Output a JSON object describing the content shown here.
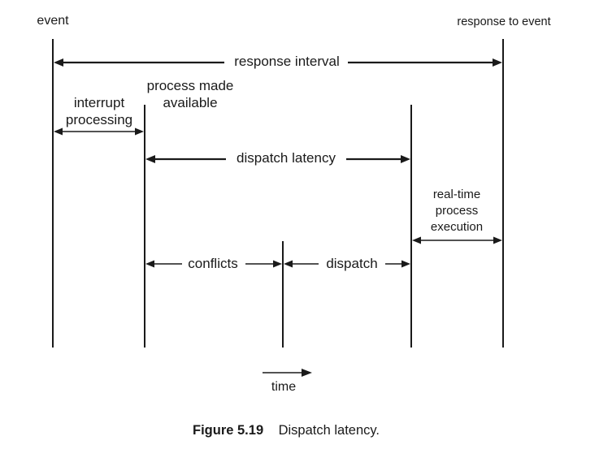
{
  "labels": {
    "event": "event",
    "response_to_event": "response to event",
    "response_interval": "response interval",
    "process_made_line1": "process made",
    "process_made_line2": "available",
    "interrupt_line1": "interrupt",
    "interrupt_line2": "processing",
    "dispatch_latency": "dispatch latency",
    "realtime_line1": "real-time",
    "realtime_line2": "process",
    "realtime_line3": "execution",
    "conflicts": "conflicts",
    "dispatch": "dispatch",
    "time": "time"
  },
  "caption": {
    "number": "Figure 5.19",
    "text": "Dispatch latency."
  }
}
